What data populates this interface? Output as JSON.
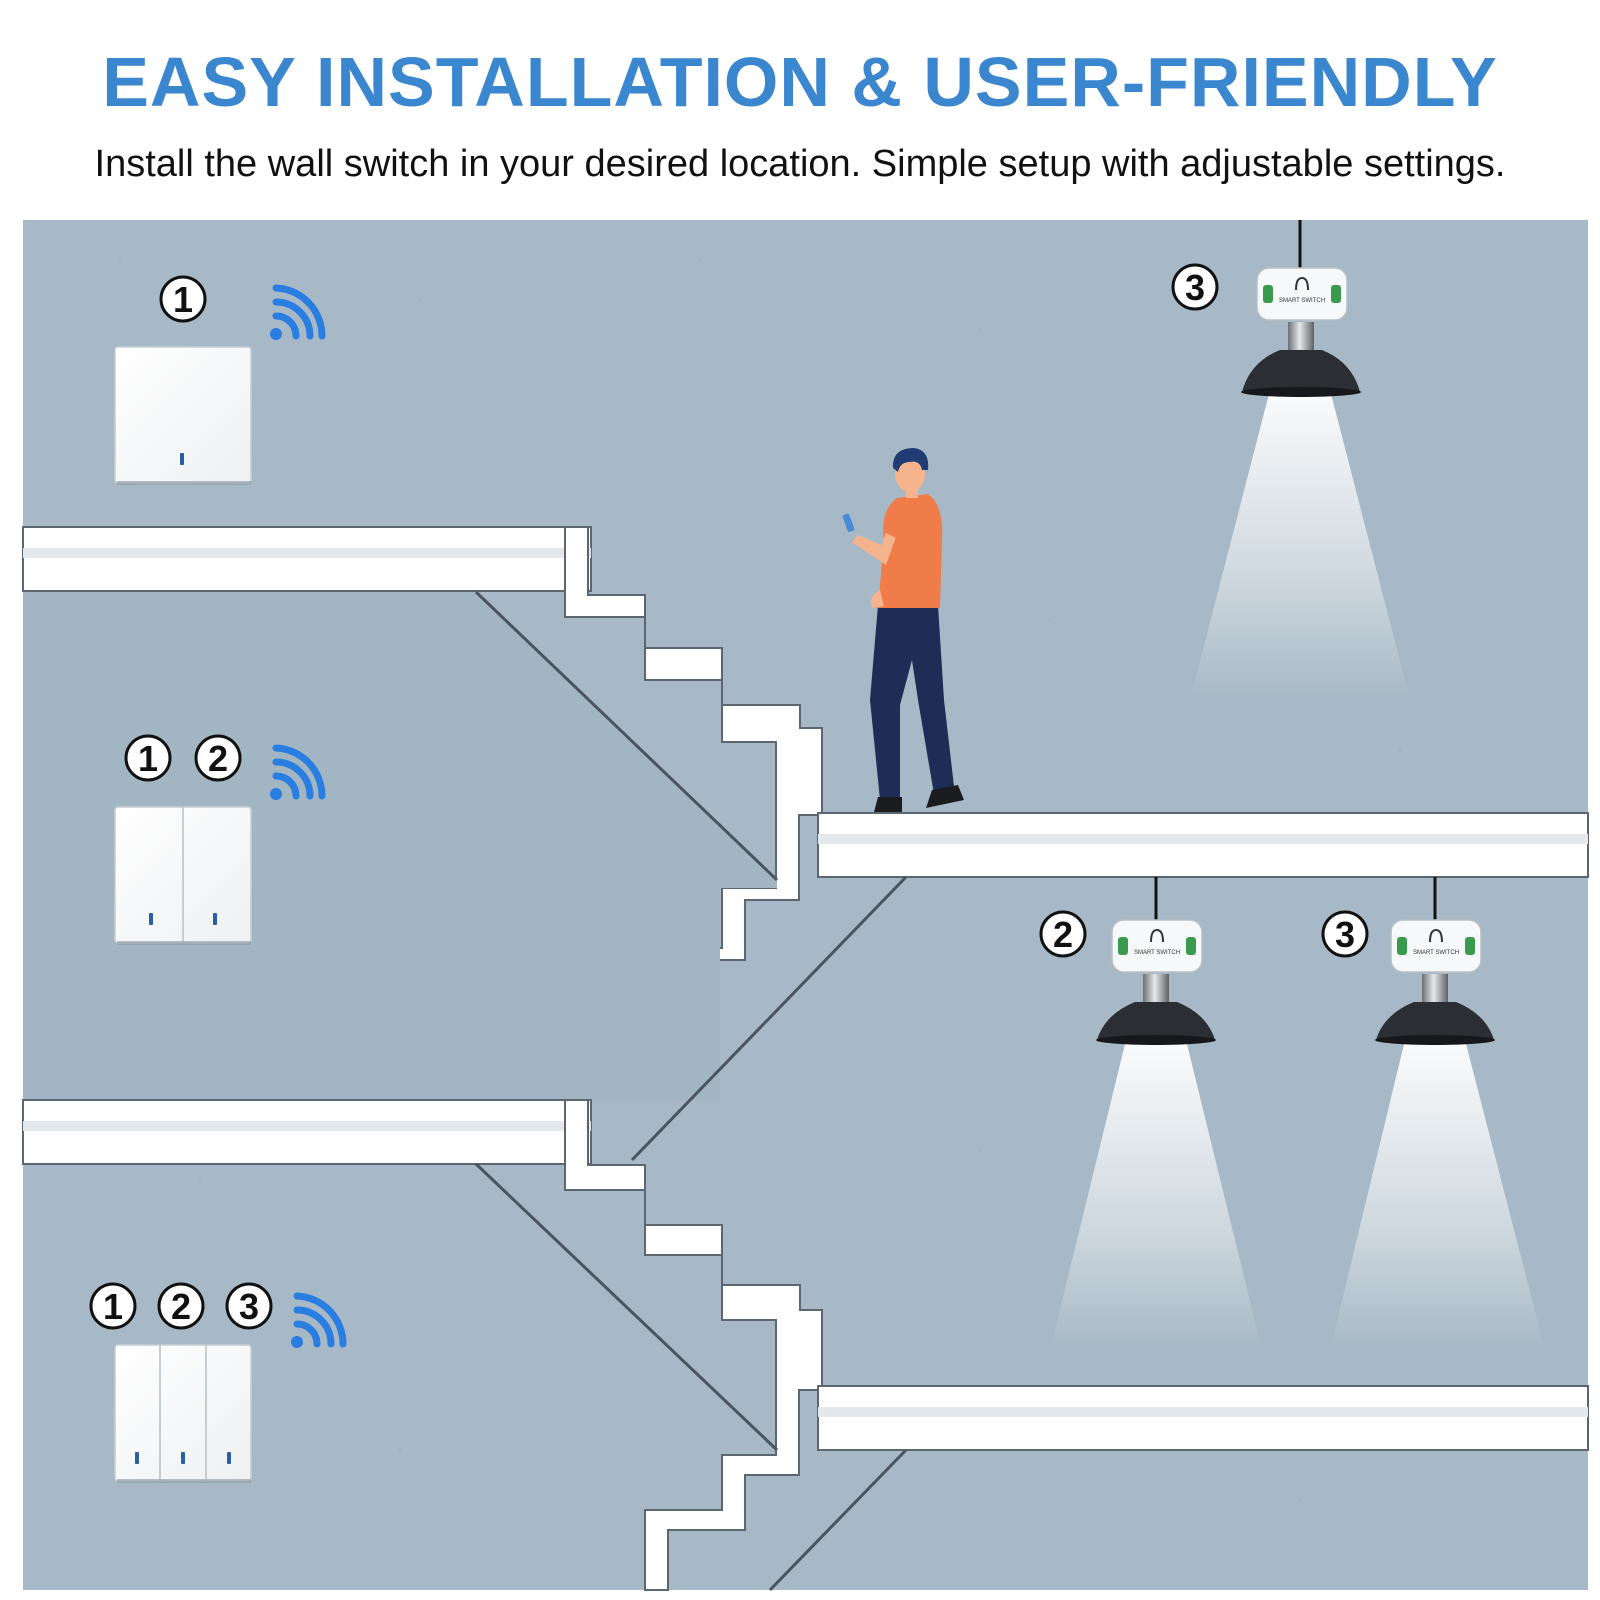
{
  "header": {
    "title": "EASY INSTALLATION & USER-FRIENDLY",
    "subtitle": "Install the wall switch in your desired location. Simple setup with adjustable settings."
  },
  "markers": {
    "one": "1",
    "two": "2",
    "three": "3"
  },
  "module": {
    "label": "SMART SWITCH"
  },
  "colors": {
    "title": "#3a86cf",
    "wall": "#a7b9c6",
    "signal": "#2a7de1",
    "stair": "#ffffff",
    "lamp": "#2b2e33",
    "shirt": "#f07c4a",
    "pants": "#1e2d55"
  },
  "icons": {
    "signal": "wifi-signal-icon",
    "switch": "wall-switch-icon",
    "lamp": "pendant-lamp-icon",
    "module": "smart-module-icon"
  }
}
